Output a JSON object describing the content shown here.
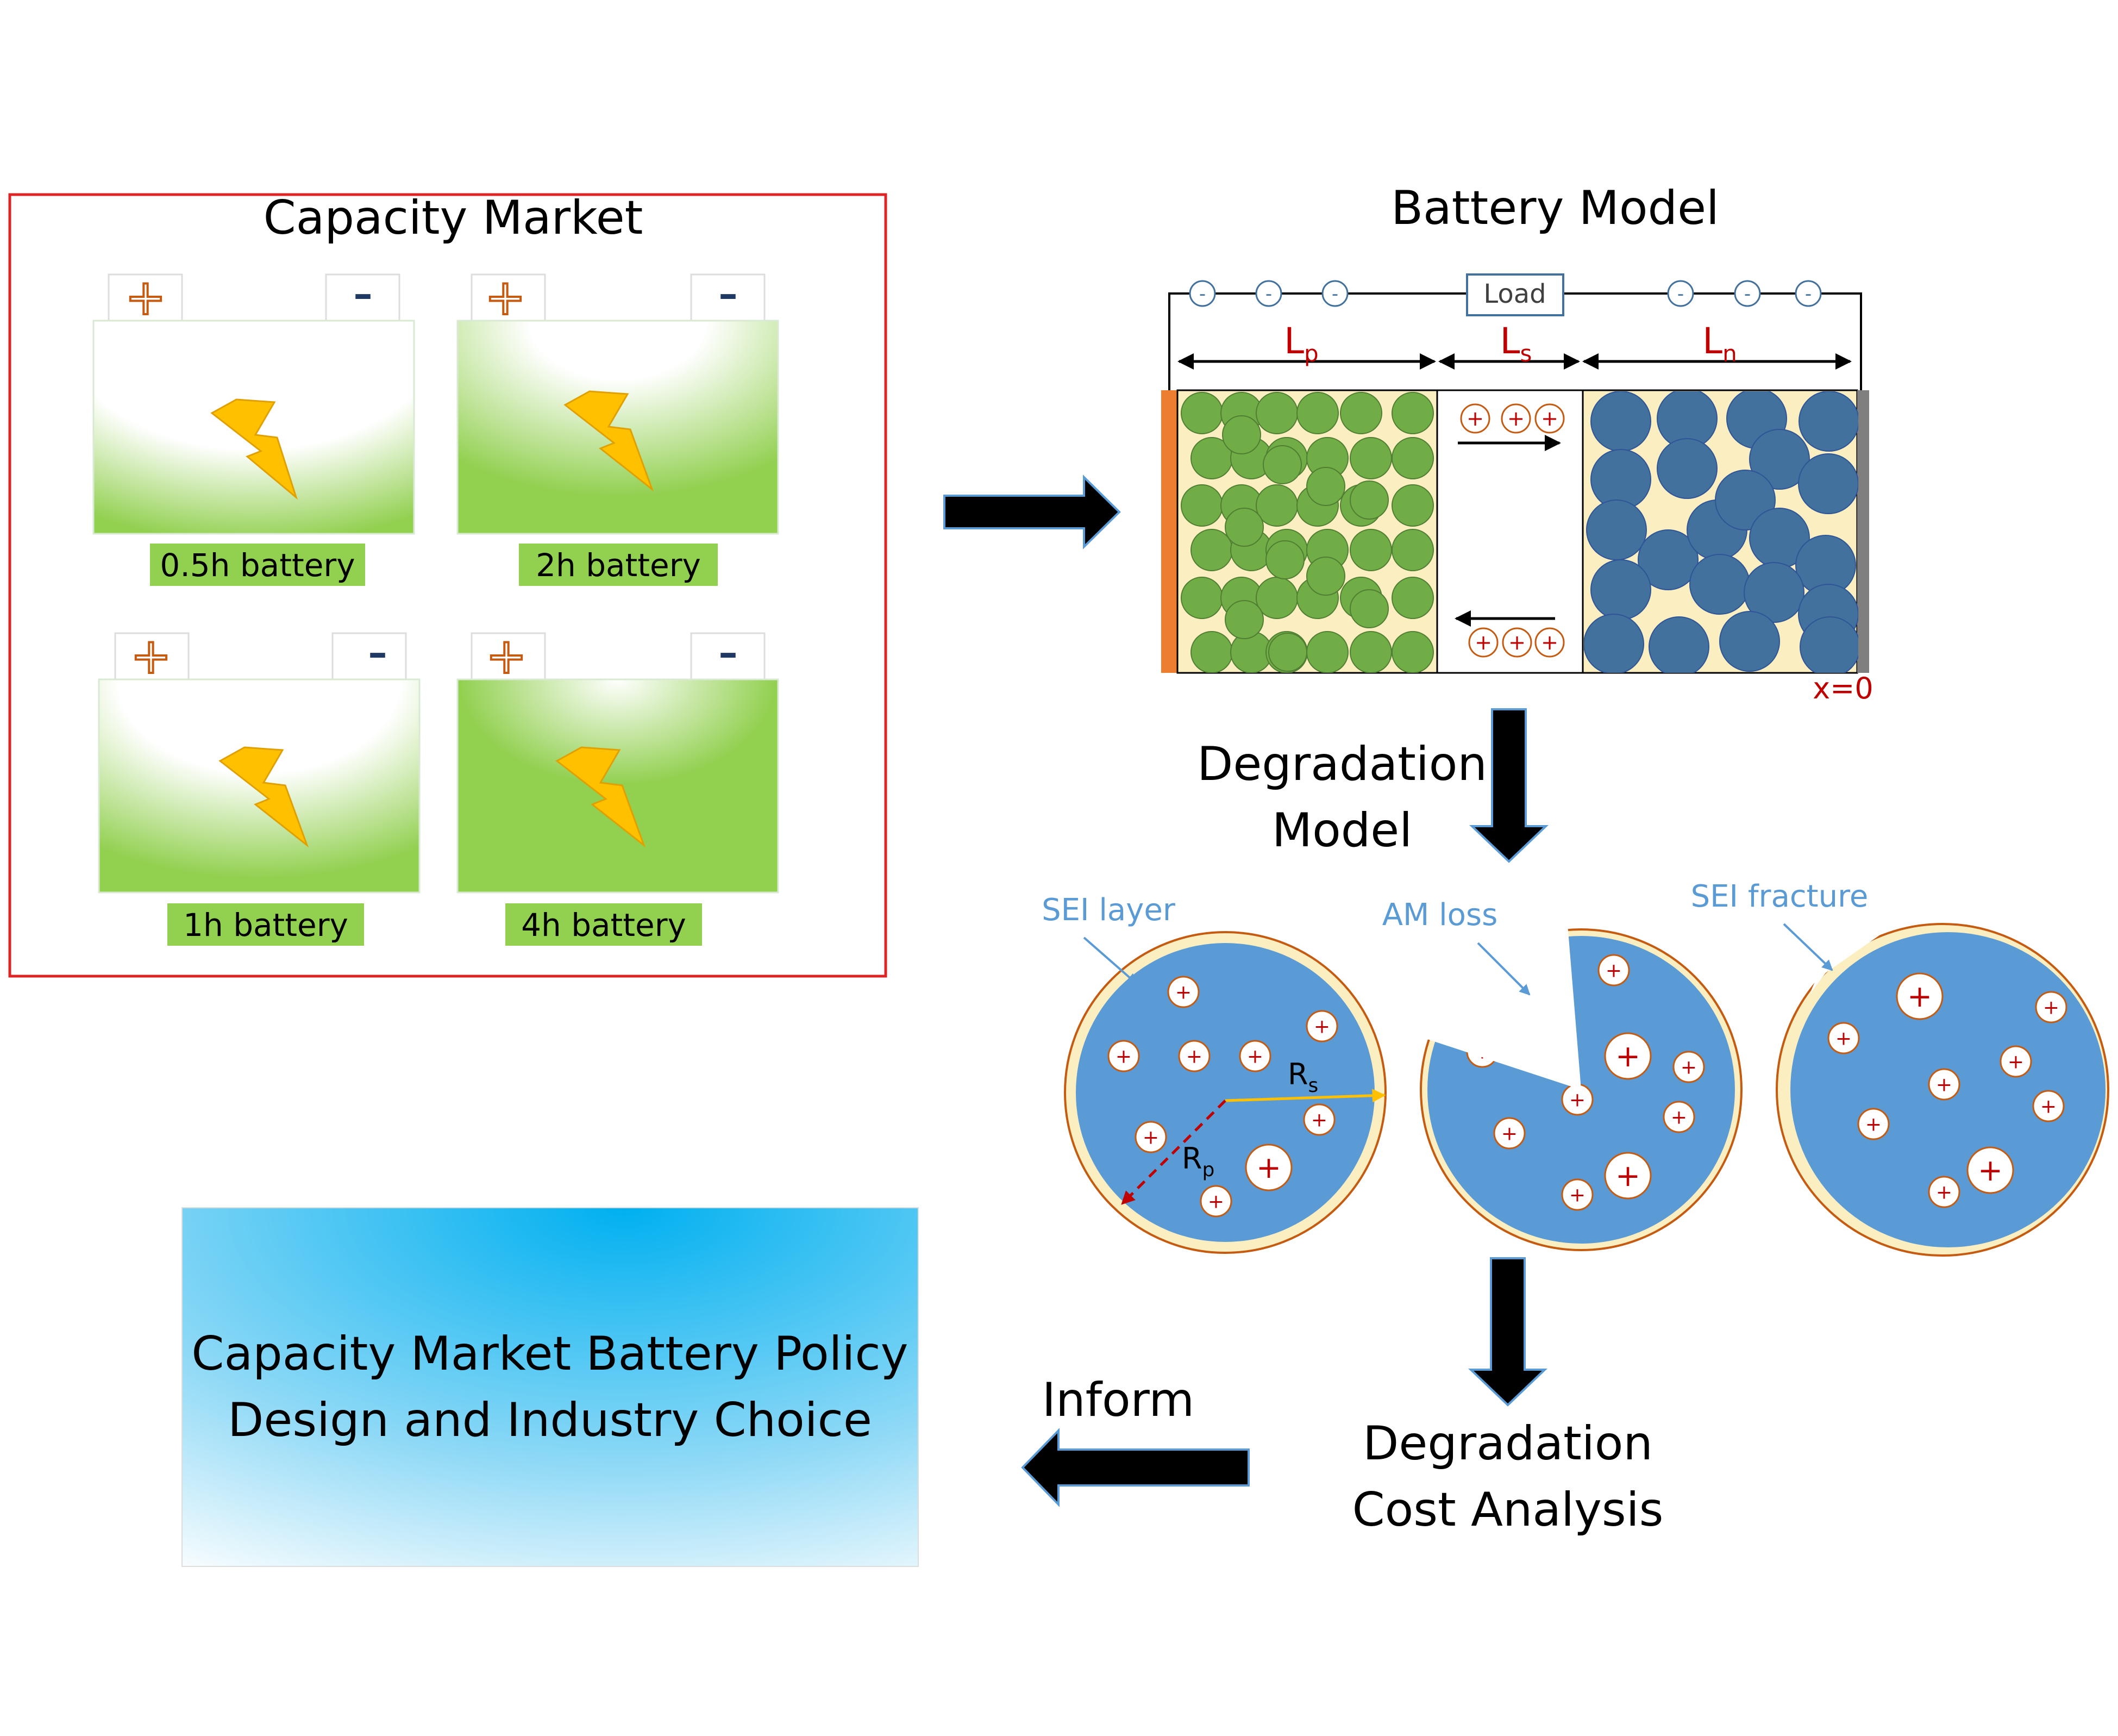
{
  "capacity_market": {
    "title": "Capacity Market",
    "plus_symbol": "+",
    "minus_symbol": "–",
    "batteries": [
      {
        "label": "0.5h battery",
        "fill_level": 0.15
      },
      {
        "label": "2h battery",
        "fill_level": 0.7
      },
      {
        "label": "1h battery",
        "fill_level": 0.35
      },
      {
        "label": "4h battery",
        "fill_level": 1.0
      }
    ]
  },
  "battery_model": {
    "title": "Battery Model",
    "load_label": "Load",
    "electron_symbol": "-",
    "ion_symbol": "+",
    "regions": [
      {
        "main": "L",
        "sub": "p"
      },
      {
        "main": "L",
        "sub": "s"
      },
      {
        "main": "L",
        "sub": "n"
      }
    ],
    "origin_label": "x=0"
  },
  "degradation_model": {
    "title_line1": "Degradation",
    "title_line2": "Model",
    "ion_symbol": "+",
    "particles": [
      {
        "label": "SEI layer"
      },
      {
        "label": "AM loss"
      },
      {
        "label": "SEI fracture"
      }
    ],
    "radius_labels": [
      {
        "main": "R",
        "sub": "s"
      },
      {
        "main": "R",
        "sub": "p"
      }
    ]
  },
  "cost_analysis": {
    "line1": "Degradation",
    "line2": "Cost Analysis"
  },
  "inform_label": "Inform",
  "policy": {
    "line1": "Capacity Market Battery Policy",
    "line2": "Design and Industry Choice"
  },
  "colors": {
    "market_border": "#e02424",
    "battery_green": "#92d050",
    "bolt": "#ffc000",
    "cathode_particle": "#70ad47",
    "anode_particle": "#41719c",
    "electrode_bg": "#fbeec1",
    "cathode_collector": "#ed7d31",
    "anode_collector": "#7f7f7f",
    "particle_blue": "#5b9bd5",
    "dimension_red": "#c00000",
    "policy_blue": "#00b0f0"
  }
}
